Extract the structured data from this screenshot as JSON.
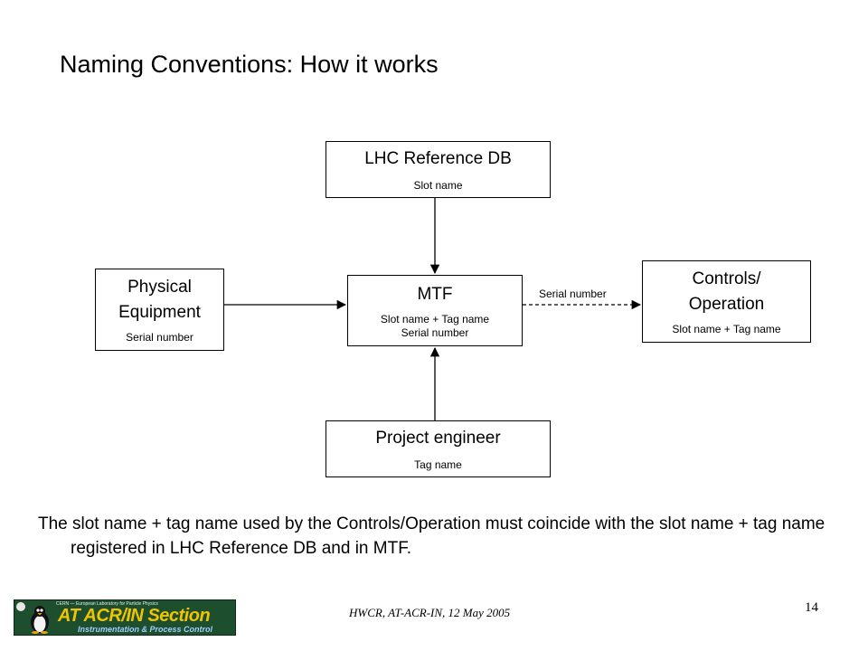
{
  "title": "Naming Conventions: How it works",
  "nodes": {
    "refdb": {
      "title": "LHC Reference DB",
      "lines": [
        "Slot name"
      ]
    },
    "physical": {
      "title_lines": [
        "Physical",
        "Equipment"
      ],
      "lines": [
        "Serial number"
      ]
    },
    "mtf": {
      "title": "MTF",
      "lines": [
        "Slot name + Tag name",
        "Serial number"
      ]
    },
    "controls": {
      "title_lines": [
        "Controls/",
        "Operation"
      ],
      "lines": [
        "Slot name + Tag name"
      ]
    },
    "engineer": {
      "title": "Project engineer",
      "lines": [
        "Tag name"
      ]
    }
  },
  "edges": [
    {
      "from": "refdb",
      "to": "mtf",
      "style": "solid"
    },
    {
      "from": "physical",
      "to": "mtf",
      "style": "solid"
    },
    {
      "from": "engineer",
      "to": "mtf",
      "style": "solid"
    },
    {
      "from": "mtf",
      "to": "controls",
      "style": "dashed",
      "label": "Serial number"
    }
  ],
  "body_text": "The slot name + tag name used by the Controls/Operation must coincide with the slot name + tag name registered in LHC Reference DB and in MTF.",
  "footer": {
    "text": "HWCR, AT-ACR-IN, 12 May 2005",
    "page_number": "14"
  },
  "logo": {
    "top_text": "CERN — European Laboratory for Particle Physics",
    "main_text": "AT ACR/IN Section",
    "sub_text": "Instrumentation & Process Control",
    "colors": {
      "background": "#1d4e2e",
      "main": "#f2c400",
      "sub": "#9fd0ff"
    }
  }
}
